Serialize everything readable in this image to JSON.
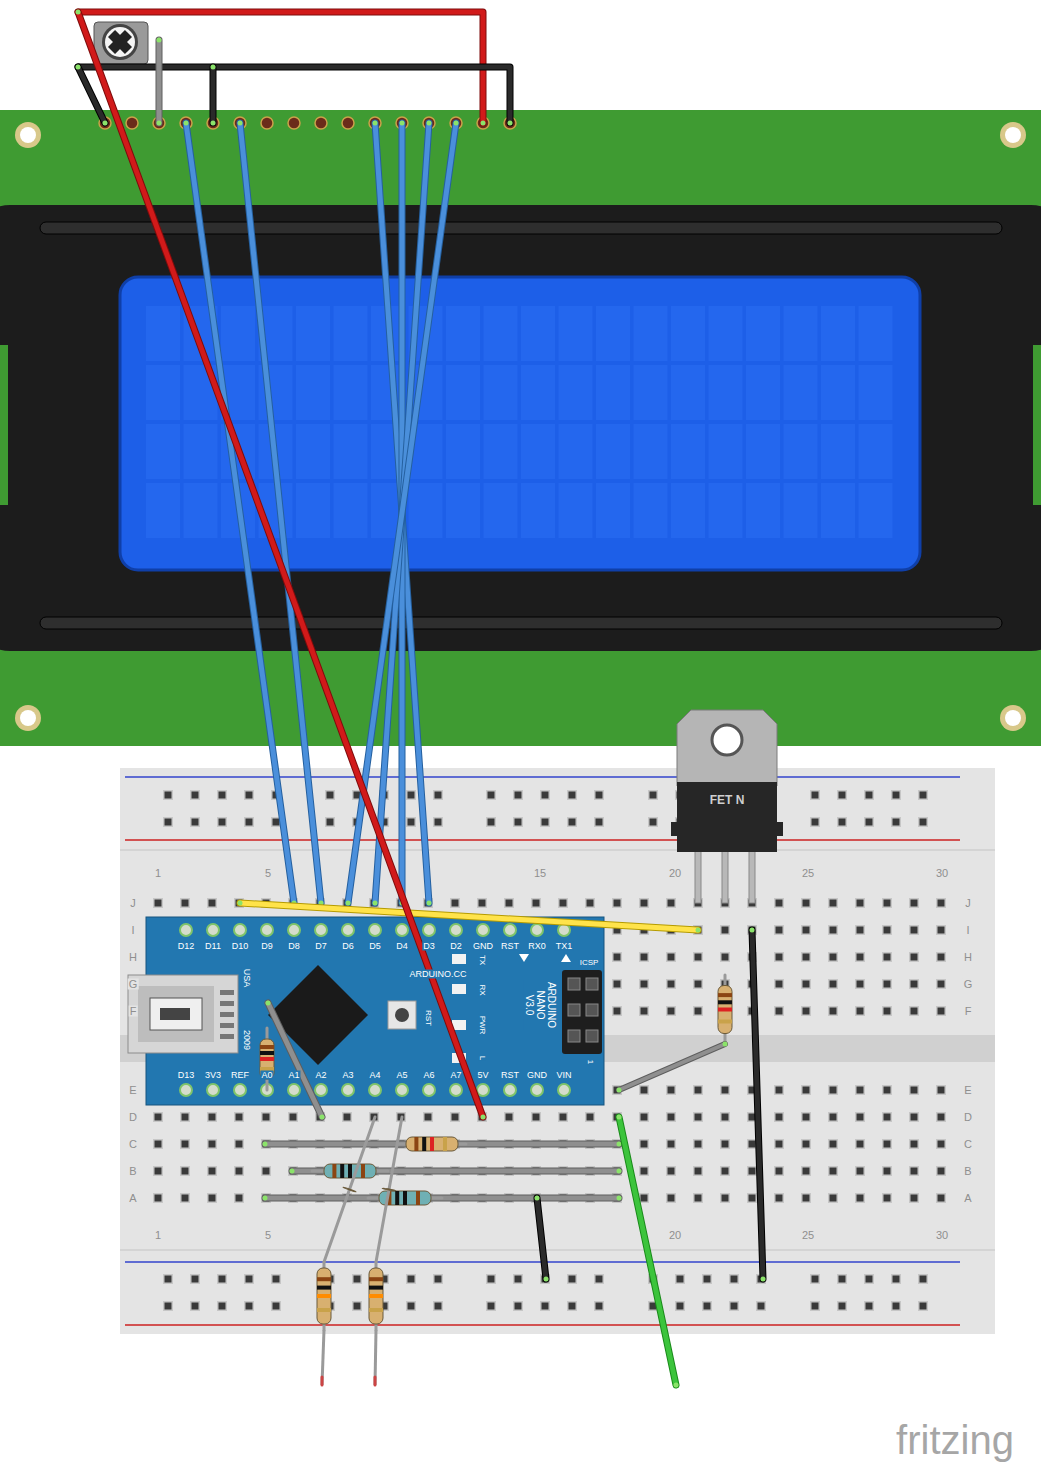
{
  "diagram": {
    "nodes": [
      {
        "text": [
          "FET N"
        ]
      },
      {
        "text": [
          "D12",
          "D11",
          "D10",
          "D9",
          "D8",
          "D7",
          "D6",
          "D5",
          "D4",
          "D3",
          "D2",
          "GND",
          "RST",
          "RX0",
          "TX1",
          "D13",
          "3V3",
          "REF",
          "A0",
          "A1",
          "A2",
          "A3",
          "A4",
          "A5",
          "A6",
          "A7",
          "5V",
          "RST",
          "GND",
          "VIN",
          "USA",
          "2009",
          "ARDUINO.CC",
          "TX",
          "RX",
          "PWR",
          "L",
          "RST",
          "ICSP",
          "ARDUINO NANO V3.0",
          "1"
        ]
      }
    ],
    "labels": [
      "1",
      "5",
      "15",
      "20",
      "25",
      "30",
      "J",
      "I",
      "H",
      "G",
      "F",
      "E",
      "D",
      "C",
      "B",
      "A",
      "J",
      "I",
      "H",
      "G",
      "F",
      "E",
      "D",
      "C",
      "B",
      "A",
      "1",
      "5",
      "20",
      "25",
      "30",
      "fritzing"
    ]
  }
}
